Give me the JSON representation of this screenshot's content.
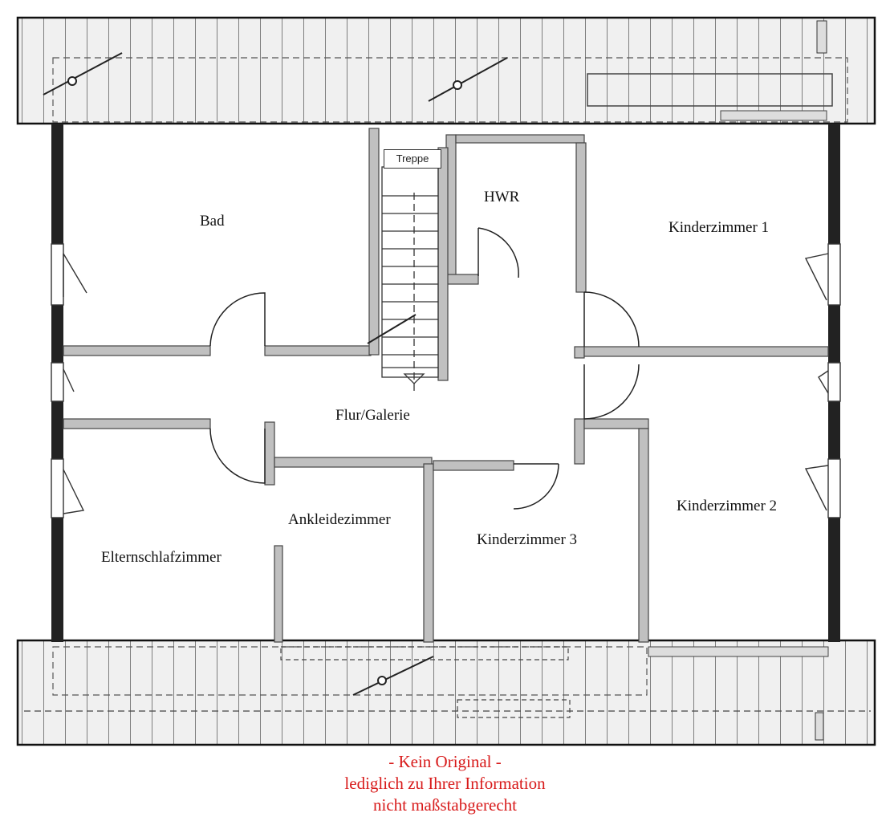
{
  "rooms": {
    "bad": "Bad",
    "hwr": "HWR",
    "kinderzimmer1": "Kinderzimmer 1",
    "flur": "Flur/Galerie",
    "kinderzimmer2": "Kinderzimmer 2",
    "ankleidezimmer": "Ankleidezimmer",
    "kinderzimmer3": "Kinderzimmer 3",
    "elternschlafzimmer": "Elternschlafzimmer"
  },
  "stair_label": "Treppe",
  "disclaimer": {
    "line1": "- Kein Original -",
    "line2": "lediglich zu Ihrer Information",
    "line3": "nicht maßstabgerecht"
  },
  "colors": {
    "wall": "#b9b9b9",
    "roof_fill": "#efefef",
    "line": "#222222",
    "note": "#d81a1a"
  }
}
